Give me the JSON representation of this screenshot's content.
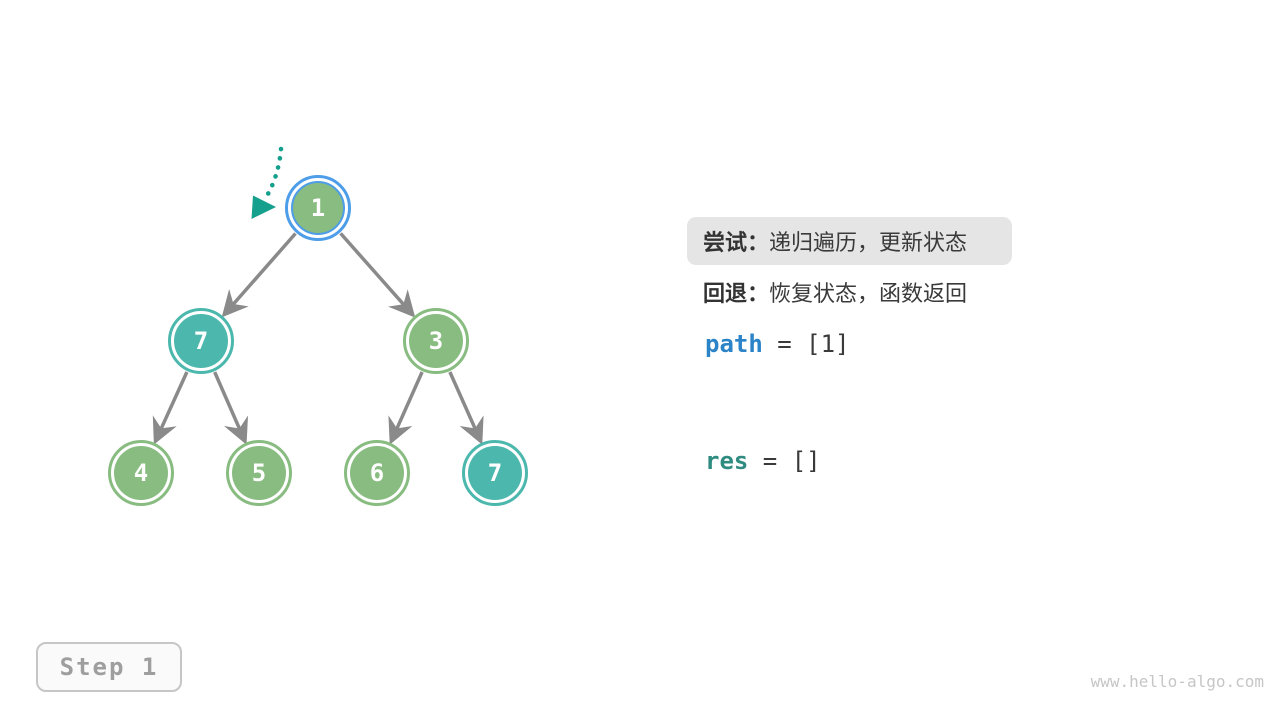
{
  "figure": {
    "type": "binary-tree-backtracking-step",
    "step_badge": "Step 1",
    "watermark": "www.hello-algo.com"
  },
  "tree": {
    "nodes": [
      {
        "id": "root",
        "value": "1",
        "state": "current-blue-ring"
      },
      {
        "id": "left",
        "value": "7",
        "state": "highlight-teal"
      },
      {
        "id": "right",
        "value": "3",
        "state": "normal-green"
      },
      {
        "id": "left-left",
        "value": "4",
        "state": "normal-green"
      },
      {
        "id": "left-right",
        "value": "5",
        "state": "normal-green"
      },
      {
        "id": "right-left",
        "value": "6",
        "state": "normal-green"
      },
      {
        "id": "right-right",
        "value": "7",
        "state": "highlight-teal"
      }
    ],
    "edges": [
      {
        "from": "root",
        "to": "left"
      },
      {
        "from": "root",
        "to": "right"
      },
      {
        "from": "left",
        "to": "left-left"
      },
      {
        "from": "left",
        "to": "left-right"
      },
      {
        "from": "right",
        "to": "right-left"
      },
      {
        "from": "right",
        "to": "right-right"
      }
    ],
    "pointer": "dotted-arrow-to-root"
  },
  "panel": {
    "try_label": "尝试：",
    "try_text": "递归遍历，更新状态",
    "back_label": "回退：",
    "back_text": "恢复状态，函数返回",
    "path_var": "path",
    "path_value": " = [1]",
    "res_var": "res",
    "res_value": " = []"
  },
  "colors": {
    "node_green": "#88BC80",
    "node_teal": "#4CB8AD",
    "current_ring_blue": "#4D9DE8",
    "edge_gray": "#8A8A8A",
    "pointer_arrow_teal": "#14A08C",
    "path_var_blue": "#2B83C8",
    "res_var_teal": "#2F8B80",
    "pill_background": "#E5E5E5",
    "text_dark": "#3A3A3A",
    "step_text_gray": "#9E9E9E"
  }
}
